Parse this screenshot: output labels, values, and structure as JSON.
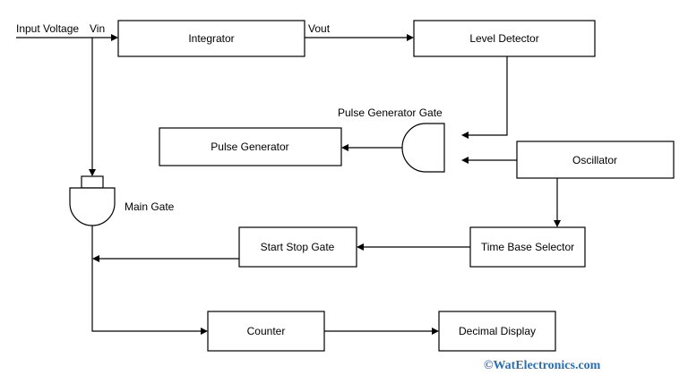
{
  "labels": {
    "input_voltage": "Input Voltage",
    "vin": "Vin",
    "vout": "Vout",
    "pulse_generator_gate": "Pulse Generator Gate",
    "main_gate": "Main Gate"
  },
  "blocks": {
    "integrator": "Integrator",
    "level_detector": "Level Detector",
    "pulse_generator": "Pulse Generator",
    "oscillator": "Oscillator",
    "start_stop_gate": "Start Stop Gate",
    "time_base_selector": "Time Base Selector",
    "counter": "Counter",
    "decimal_display": "Decimal Display"
  },
  "watermark": "©WatElectronics.com"
}
